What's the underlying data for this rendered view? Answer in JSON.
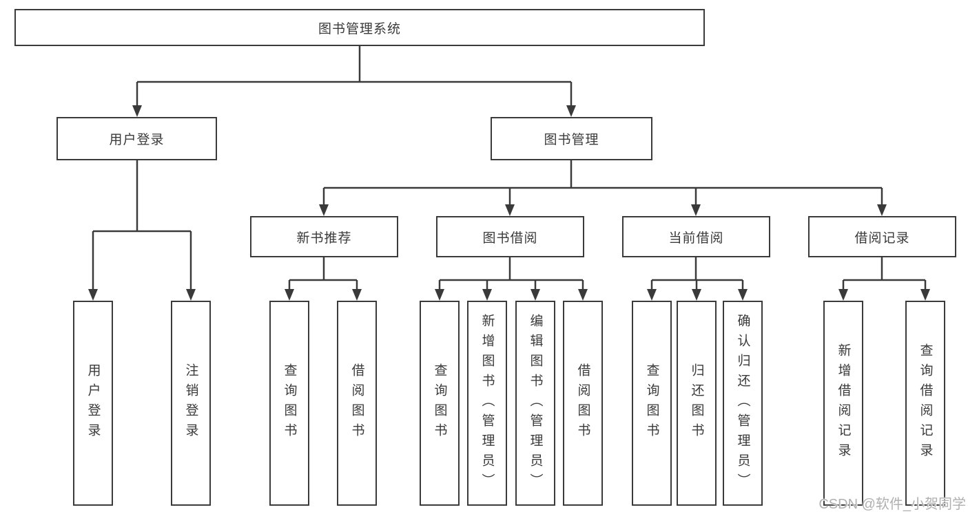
{
  "diagram": {
    "root": {
      "label": "图书管理系统"
    },
    "branches": [
      {
        "label": "用户登录",
        "children": [
          {
            "label": "用户登录"
          },
          {
            "label": "注销登录"
          }
        ]
      },
      {
        "label": "图书管理",
        "children": [
          {
            "label": "新书推荐",
            "children": [
              {
                "label": "查询图书"
              },
              {
                "label": "借阅图书"
              }
            ]
          },
          {
            "label": "图书借阅",
            "children": [
              {
                "label": "查询图书"
              },
              {
                "label": "新增图书（管理员）"
              },
              {
                "label": "编辑图书（管理员）"
              },
              {
                "label": "借阅图书"
              }
            ]
          },
          {
            "label": "当前借阅",
            "children": [
              {
                "label": "查询图书"
              },
              {
                "label": "归还图书"
              },
              {
                "label": "确认归还（管理员）"
              }
            ]
          },
          {
            "label": "借阅记录",
            "children": [
              {
                "label": "新增借阅记录"
              },
              {
                "label": "查询借阅记录"
              }
            ]
          }
        ]
      }
    ]
  },
  "watermark": {
    "text": "CSDN @软件_小贺同学"
  },
  "colors": {
    "line": "#3a3a3a",
    "box_border": "#3a3a3a",
    "text": "#3a3a3a",
    "watermark": "#b0b0b0",
    "background": "#ffffff"
  }
}
